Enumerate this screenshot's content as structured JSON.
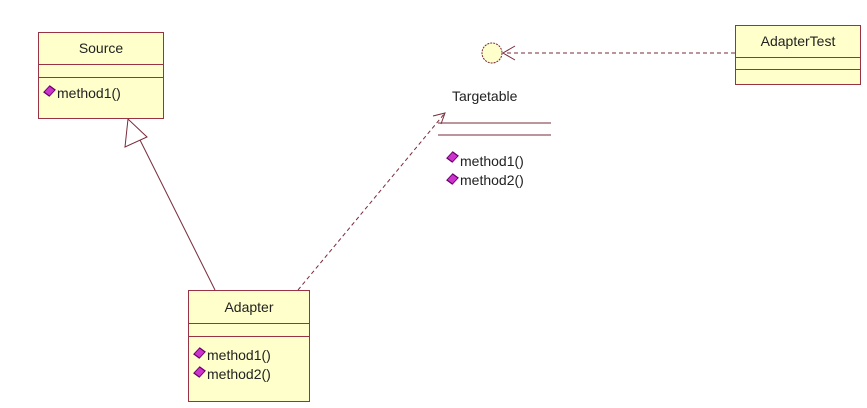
{
  "diagram": {
    "classes": [
      {
        "name": "Source",
        "methods": [
          "method1()"
        ]
      },
      {
        "name": "Adapter",
        "methods": [
          "method1()",
          "method2()"
        ]
      },
      {
        "name": "AdapterTest",
        "methods": []
      }
    ],
    "interface": {
      "name": "Targetable",
      "methods": [
        "method1()",
        "method2()"
      ]
    },
    "relations": [
      {
        "from": "Adapter",
        "to": "Source",
        "type": "generalization"
      },
      {
        "from": "Adapter",
        "to": "Targetable",
        "type": "realization"
      },
      {
        "from": "AdapterTest",
        "to": "Targetable",
        "type": "dependency"
      }
    ],
    "colors": {
      "fill": "#ffffcc",
      "border": "#993344",
      "method_icon": "#cc33cc"
    }
  }
}
